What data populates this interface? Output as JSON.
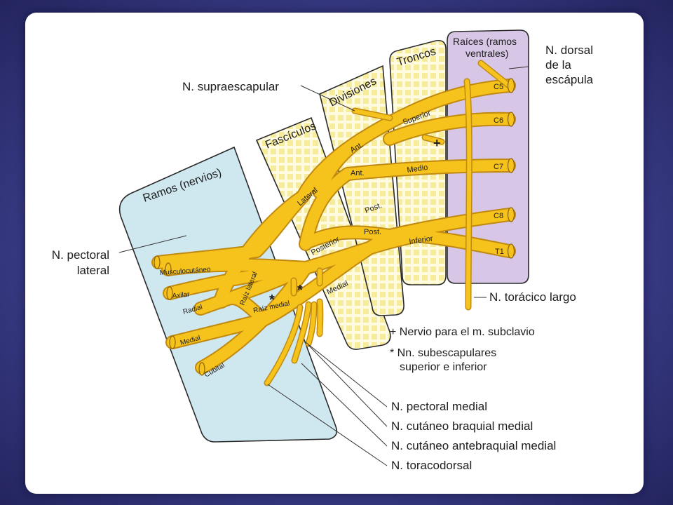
{
  "zones": {
    "ramos": "Ramos (nervios)",
    "fasciculos": "Fascículos",
    "divisiones": "Divisiones",
    "troncos": "Troncos",
    "raices_1": "Raíces (ramos",
    "raices_2": "ventrales)"
  },
  "roots": [
    "C5",
    "C6",
    "C7",
    "C8",
    "T1"
  ],
  "trunks": {
    "superior": "Superior",
    "medio": "Medio",
    "inferior": "Inferior"
  },
  "divisions": {
    "ant1": "Ant.",
    "ant2": "Ant.",
    "post1": "Post.",
    "post2": "Post."
  },
  "cords": {
    "lateral": "Lateral",
    "posterior": "Posterior",
    "medial": "Medial"
  },
  "branches": {
    "musculocutaneo": "Musculocutáneo",
    "axilar": "Axilar",
    "radial": "Radial",
    "medial": "Medial",
    "cubital": "Cubital",
    "raiz_lateral": "Raíz lateral",
    "raiz_medial": "Raíz medial"
  },
  "markers": {
    "plus": "+",
    "star": "*"
  },
  "labels": {
    "supraescapular": "N. supraescapular",
    "dorsal_1": "N. dorsal",
    "dorsal_2": "de la",
    "dorsal_3": "escápula",
    "pectoral_lateral_1": "N. pectoral",
    "pectoral_lateral_2": "lateral",
    "toracico_largo": "N. torácico largo",
    "pectoral_medial": "N. pectoral medial",
    "cutaneo_braquial": "N. cutáneo braquial medial",
    "cutaneo_antebraquial": "N. cutáneo antebraquial medial",
    "toracodorsal": "N. toracodorsal"
  },
  "legend": {
    "plus_text": "+ Nervio para el m. subclavio",
    "star_text_1": "* Nn. subescapulares",
    "star_text_2": "superior e inferior"
  },
  "colors": {
    "nerve": "#f6c21c",
    "nerve_edge": "#c08a10",
    "ramos_zone": "#cfe7ef",
    "raices_zone": "#d7c6e5",
    "dotted_zone": "#fbf3b0",
    "background": "#3d3f8c"
  }
}
